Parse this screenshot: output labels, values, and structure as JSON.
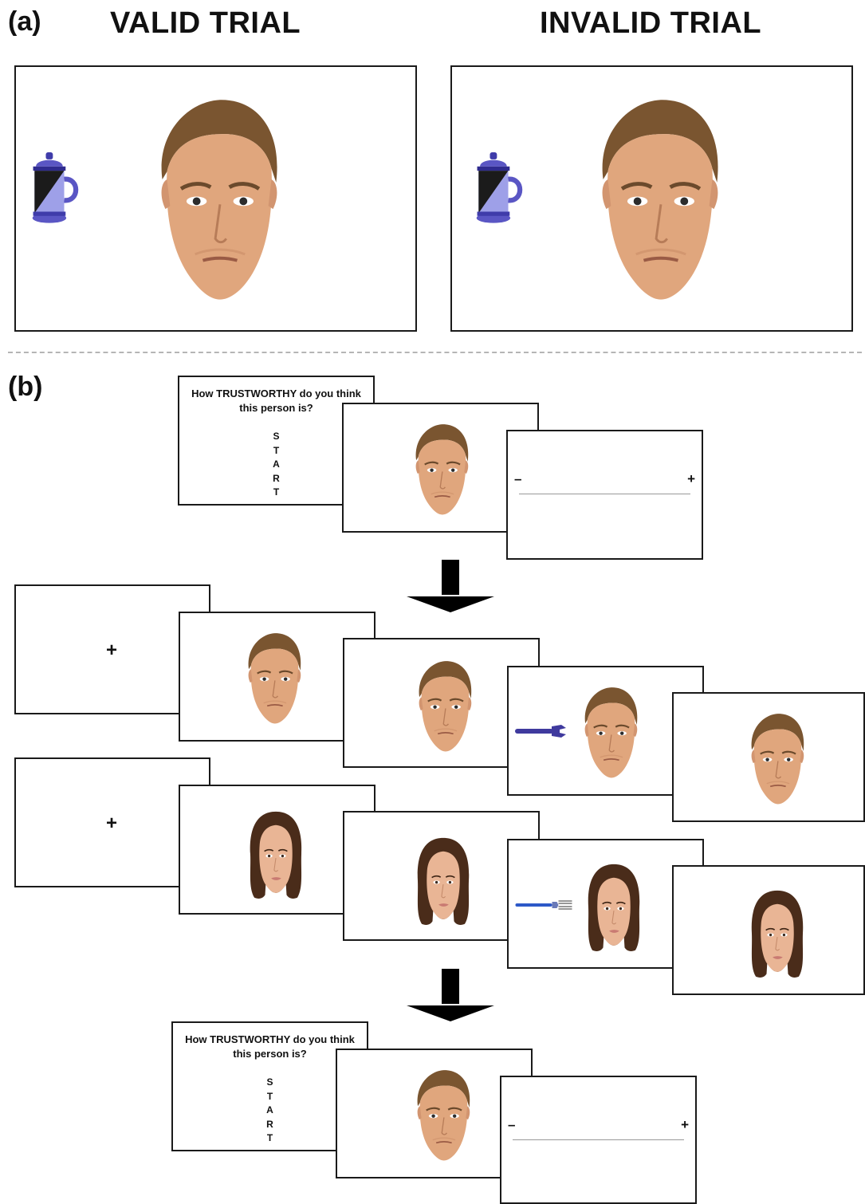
{
  "panel_a": {
    "label": "(a)",
    "valid_title": "VALID TRIAL",
    "invalid_title": "INVALID TRIAL"
  },
  "panel_b": {
    "label": "(b)",
    "rating_question_line1": "How TRUSTWORTHY do you think",
    "rating_question_line2": "this person is?",
    "start_letters": [
      "S",
      "T",
      "A",
      "R",
      "T"
    ],
    "scale_minus": "–",
    "scale_plus": "+",
    "fixation": "+"
  },
  "colors": {
    "frame": "#1a1a1a",
    "divider": "#b5b5b5",
    "skin": "#e0a67d",
    "hair_male": "#7a5530",
    "hair_female": "#4a2c1a",
    "object_blue": "#4a46b0"
  },
  "icons": [
    "coffee-pot-icon",
    "wrench-icon",
    "fork-icon",
    "male-face",
    "female-face"
  ]
}
